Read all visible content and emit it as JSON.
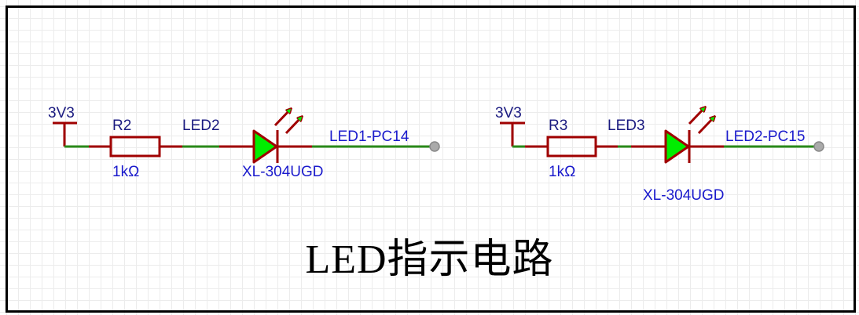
{
  "title": "LED指示电路",
  "colors": {
    "wire": "#2a8a1a",
    "component": "#a00000",
    "net_label": "#1a1acc",
    "power_label": "#1a1a80",
    "led_fill": "#00ee00",
    "port": "#999999",
    "frame": "#000000"
  },
  "circuits": [
    {
      "power": "3V3",
      "resistor": {
        "designator": "R2",
        "value": "1kΩ"
      },
      "led": {
        "designator": "LED2",
        "part": "XL-304UGD"
      },
      "net": "LED1-PC14"
    },
    {
      "power": "3V3",
      "resistor": {
        "designator": "R3",
        "value": "1kΩ"
      },
      "led": {
        "designator": "LED3",
        "part": "XL-304UGD"
      },
      "net": "LED2-PC15"
    }
  ]
}
